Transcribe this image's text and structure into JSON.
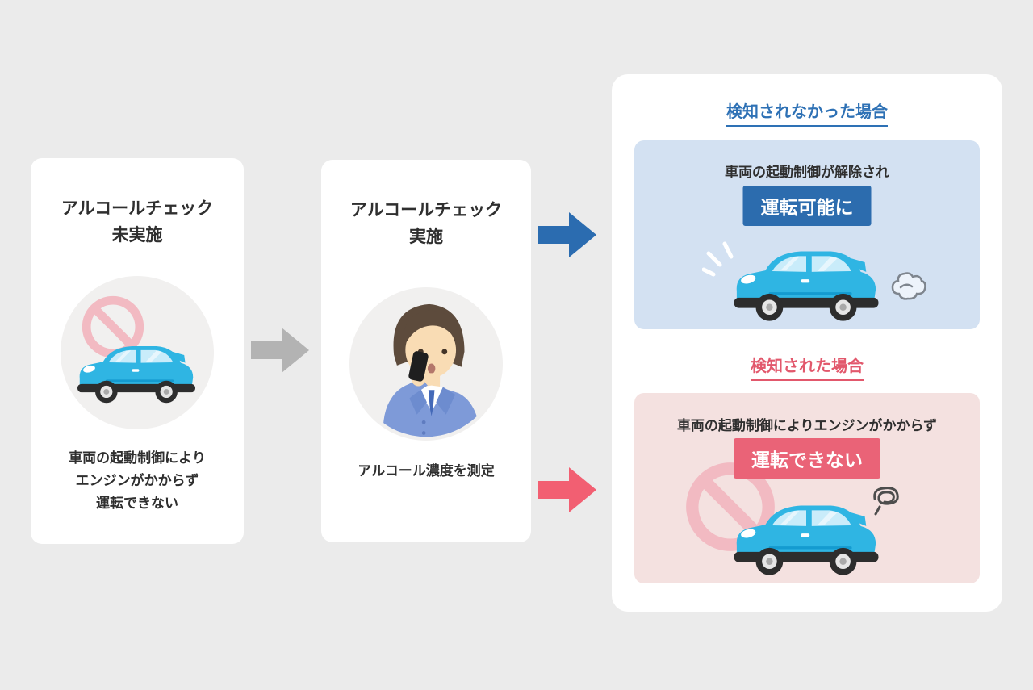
{
  "diagram": {
    "stage1": {
      "title_line1": "アルコールチェック",
      "title_line2": "未実施",
      "caption_lines": [
        "車両の起動制御により",
        "エンジンがかからず",
        "運転できない"
      ]
    },
    "stage2": {
      "title_line1": "アルコールチェック",
      "title_line2": "実施",
      "caption": "アルコール濃度を測定"
    },
    "results": {
      "not_detected": {
        "heading": "検知されなかった場合",
        "description": "車両の起動制御が解除され",
        "badge": "運転可能に"
      },
      "detected": {
        "heading": "検知された場合",
        "description": "車両の起動制御によりエンジンがかからず",
        "badge": "運転できない"
      }
    }
  },
  "icons": {
    "car": "car-icon",
    "prohibition": "prohibition-icon",
    "person_breathalyzer": "person-breathalyzer-icon",
    "sparkle": "engine-start-sparkle-icon",
    "exhaust": "exhaust-smoke-icon",
    "scribble": "engine-trouble-scribble-icon",
    "arrow_right": "arrow-right-icon"
  },
  "colors": {
    "background": "#ebebeb",
    "accent_blue": "#2e71b5",
    "accent_red": "#e2586c",
    "badge_blue_bg": "#2c6cae",
    "badge_red_bg": "#ea6377",
    "box_blue_bg": "#d3e1f2",
    "box_pink_bg": "#f4e1e0",
    "arrow_gray": "#b3b3b3",
    "arrow_blue": "#2b6cb0",
    "arrow_pink": "#f25f72",
    "car_blue": "#2fb5e3",
    "prohibition_pink": "#f2bac2"
  }
}
